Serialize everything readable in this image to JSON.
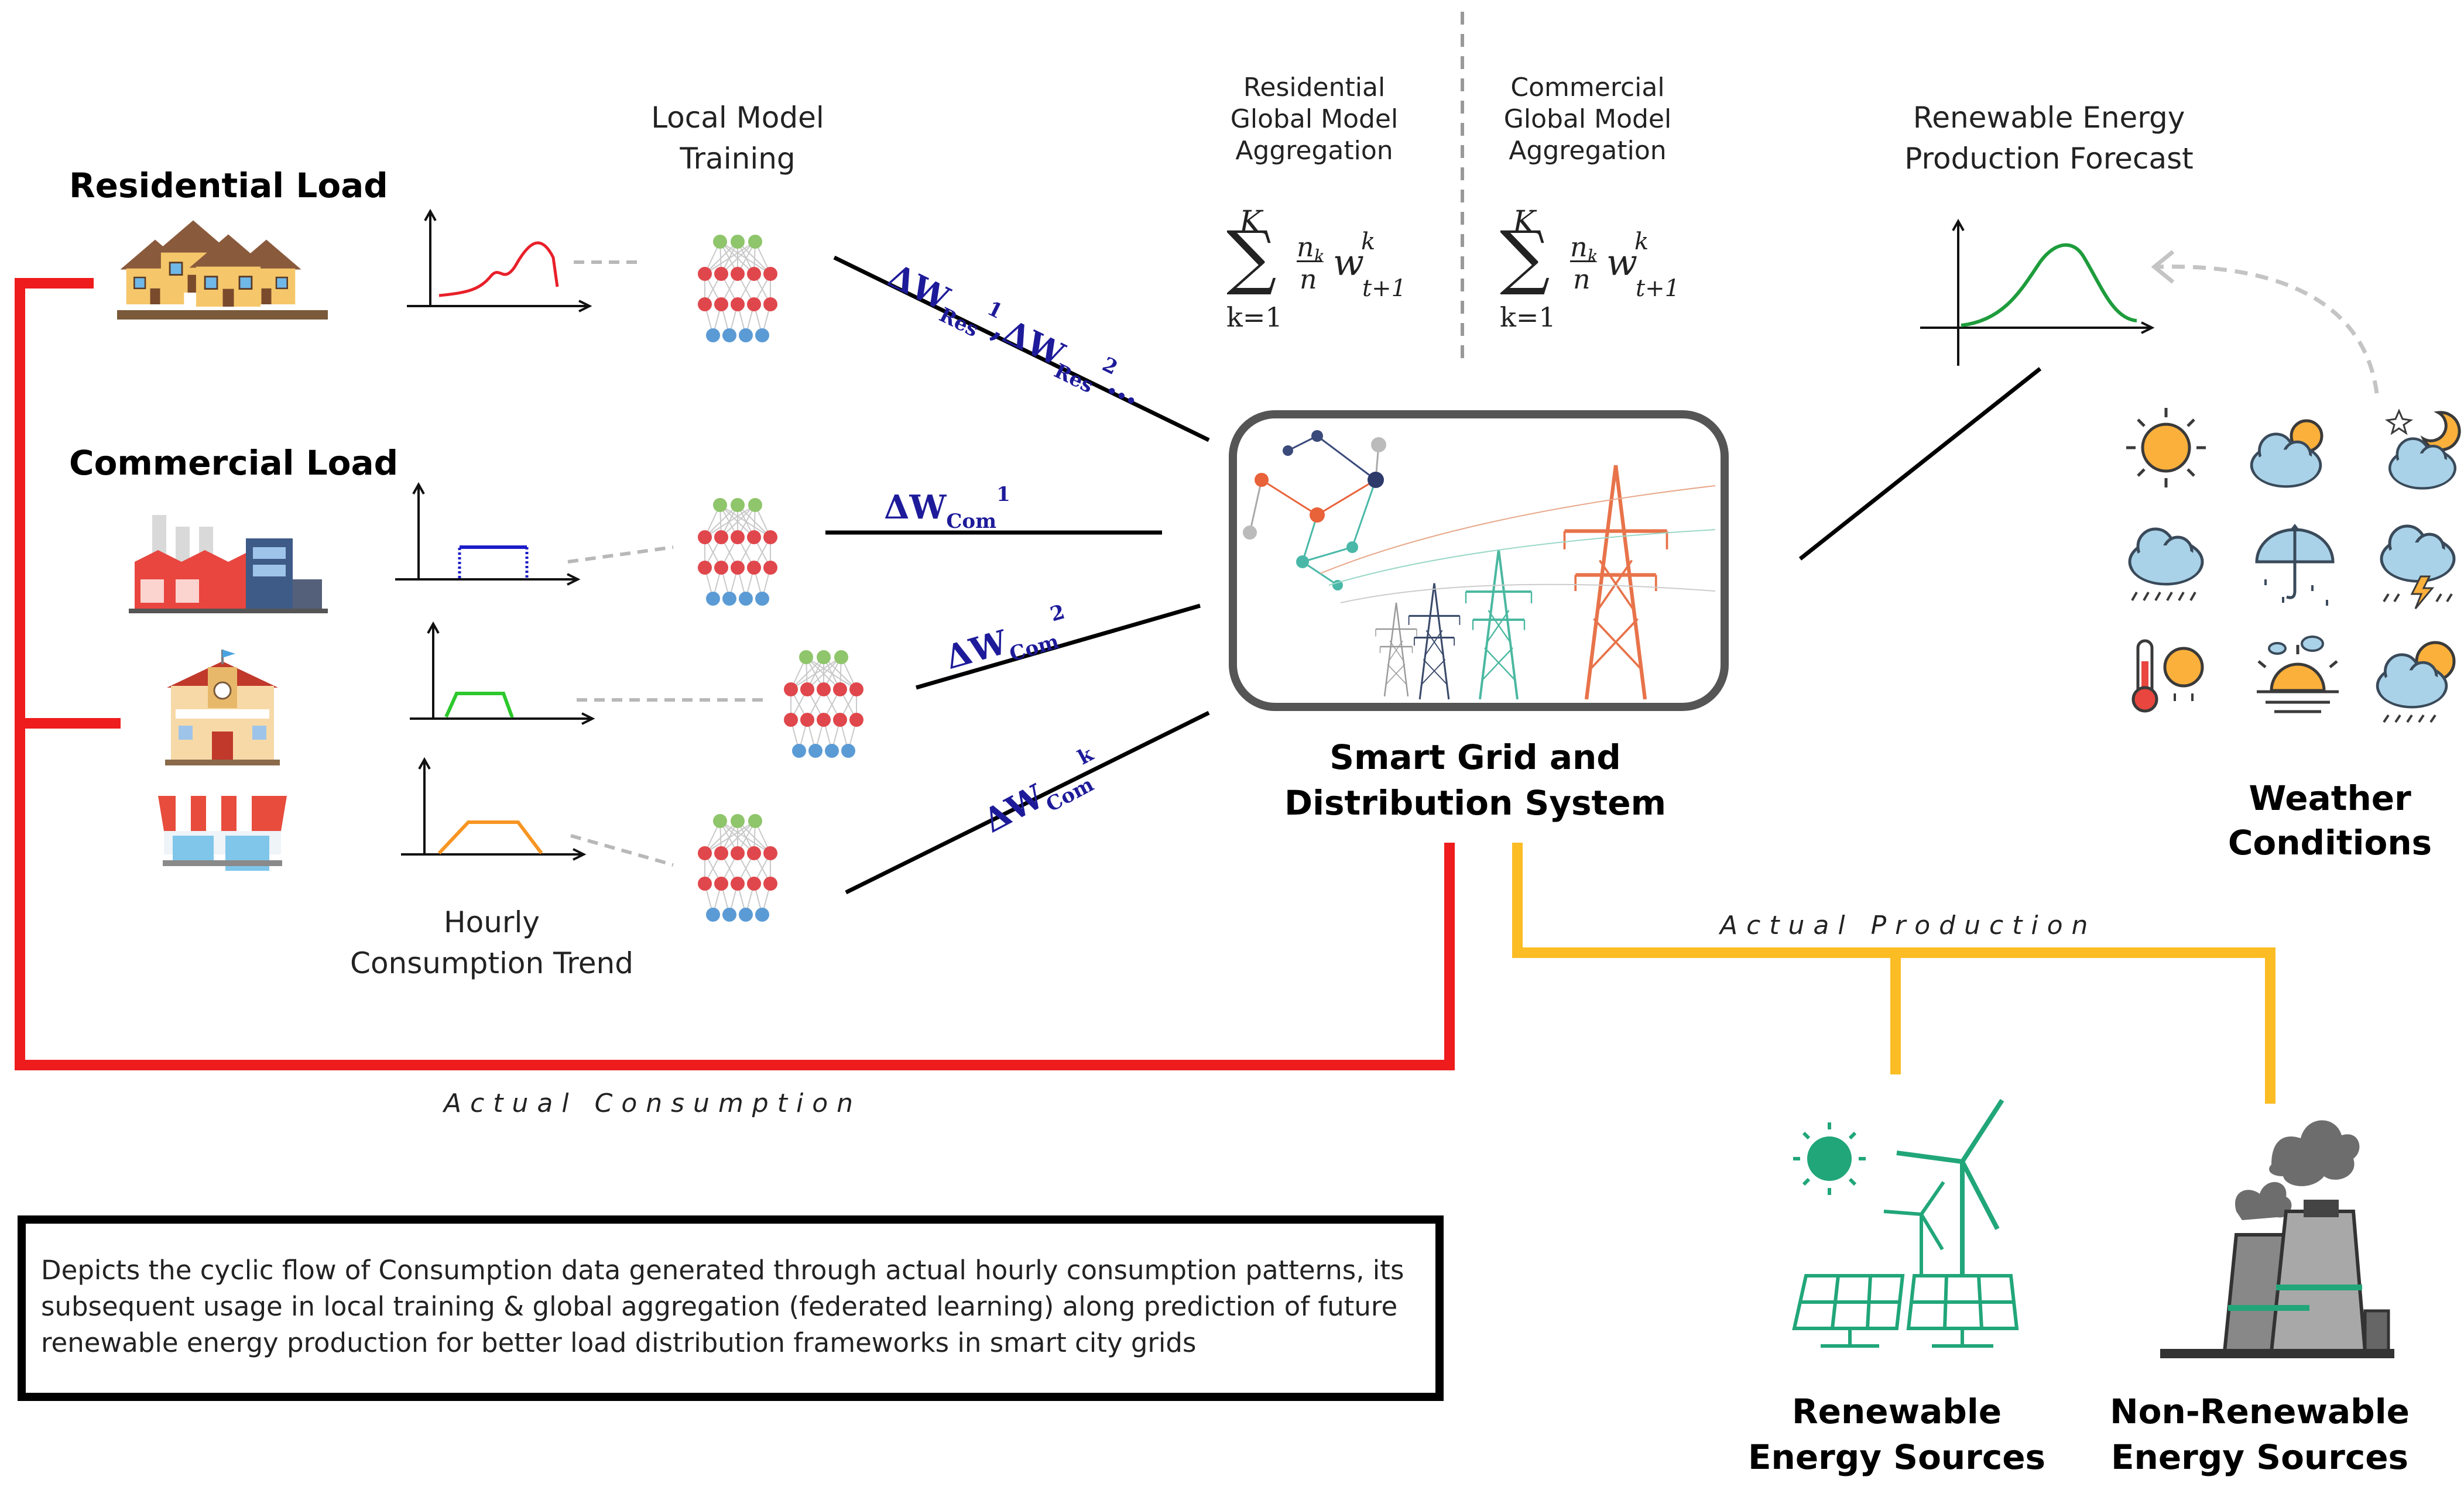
{
  "labels": {
    "residential_load": "Residential Load",
    "commercial_load": "Commercial Load",
    "local_model_training": [
      "Local Model",
      "Training"
    ],
    "hourly_trend": [
      "Hourly",
      "Consumption Trend"
    ],
    "res_aggregation": [
      "Residential",
      "Global Model",
      "Aggregation"
    ],
    "com_aggregation": [
      "Commercial",
      "Global Model",
      "Aggregation"
    ],
    "forecast": [
      "Renewable Energy",
      "Production Forecast"
    ],
    "smart_grid": [
      "Smart Grid and",
      "Distribution System"
    ],
    "weather": [
      "Weather",
      "Conditions"
    ],
    "actual_consumption": "Actual Consumption",
    "actual_production": "Actual Production",
    "renewable": [
      "Renewable",
      "Energy Sources"
    ],
    "non_renewable": [
      "Non-Renewable",
      "Energy Sources"
    ]
  },
  "updates": {
    "res": {
      "sym": "ΔW",
      "sub": "Res",
      "sup1": "1",
      "sep": ",ΔW",
      "sup2": "2",
      "tail": "…"
    },
    "com1": {
      "sym": "ΔW",
      "sub": "Com",
      "sup": "1"
    },
    "com2": {
      "sym": "ΔW",
      "sub": "Com",
      "sup": "2"
    },
    "comk": {
      "sym": "ΔW",
      "sub": "Com",
      "sup": "k"
    }
  },
  "formula": {
    "upper": "K",
    "sum": "∑",
    "lower": "k=1",
    "num": "n",
    "num_sub": "k",
    "den": "n",
    "w": "w",
    "w_sup": "k",
    "w_sub": "t+1"
  },
  "description": "Depicts the cyclic flow of Consumption data generated through actual hourly consumption patterns, its subsequent usage in local training & global aggregation (federated learning) along prediction of future renewable energy production for better load distribution frameworks in smart city grids",
  "icons": [
    "houses-icon",
    "factory-icon",
    "school-icon",
    "shop-icon",
    "neural-network-icon",
    "line-chart-icon",
    "power-tower-icon",
    "sun-icon",
    "cloud-sun-icon",
    "night-cloud-icon",
    "rain-cloud-icon",
    "umbrella-icon",
    "thunderstorm-icon",
    "thermometer-sun-icon",
    "sunrise-icon",
    "cloud-rain-icon",
    "solar-panel-icon",
    "wind-turbine-icon",
    "power-plant-icon"
  ],
  "colors": {
    "consumption": "#ee1c1c",
    "production": "#fbbc24",
    "update_text": "#1e1b9a",
    "residential_curve": "#e8202a",
    "commercial_curve": "#1c1cc8",
    "school_curve": "#2cc82c",
    "shop_curve": "#f79523",
    "forecast_curve": "#1e9c3c",
    "renewable": "#21a67a"
  }
}
